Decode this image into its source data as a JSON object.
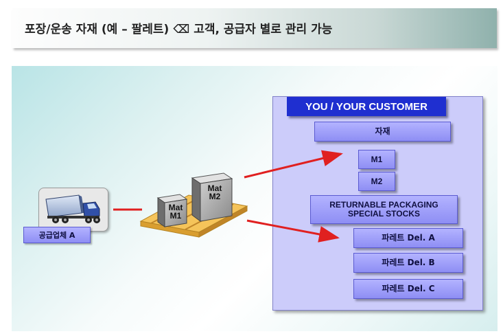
{
  "header": {
    "title": "포장/운송 자재 (예 – 팔레트) ⌫ 고객, 공급자 별로 관리 가능"
  },
  "diagram": {
    "supplier_label": "공급업체 A",
    "mat1": {
      "line1": "Mat",
      "line2": "M1"
    },
    "mat2": {
      "line1": "Mat",
      "line2": "M2"
    },
    "customer_title": "YOU / YOUR CUSTOMER",
    "material_label": "자재",
    "m1_label": "M1",
    "m2_label": "M2",
    "packaging_label_line1": "RETURNABLE PACKAGING",
    "packaging_label_line2": "SPECIAL STOCKS",
    "pallet_items": [
      "파레트 Del. A",
      "파레트 Del. B",
      "파레트 Del. C"
    ]
  },
  "colors": {
    "title_bar": "#1f2fd0",
    "box_fill": "#ccccfa",
    "button_fill": "#a2a2fb",
    "arrow": "#e02020",
    "pallet": "#f0c060"
  }
}
